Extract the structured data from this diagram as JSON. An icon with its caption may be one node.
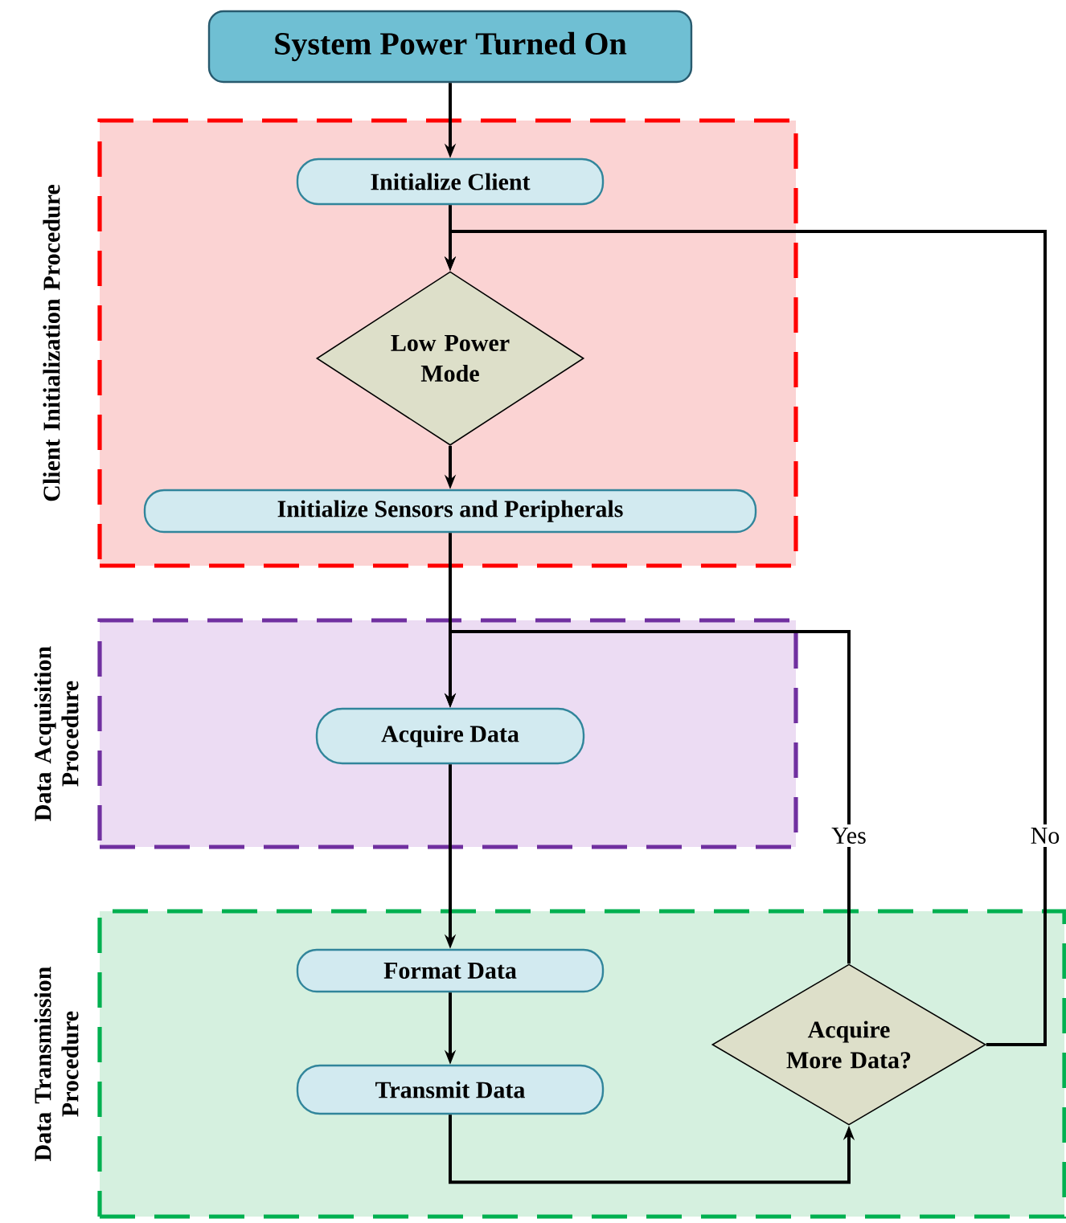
{
  "diagram": {
    "nodes": [
      {
        "text": [
          "System Power Turned On"
        ]
      },
      {
        "text": [
          "Client Initialization Procedure"
        ]
      },
      {
        "text": [
          "Initialize Client"
        ],
        "in": 1
      },
      {
        "text": [
          "Low Power Mode"
        ],
        "in": 1
      },
      {
        "text": [
          "Initialize Sensors and Peripherals"
        ],
        "in": 1
      },
      {
        "text": [
          "Data Acquisition Procedure"
        ]
      },
      {
        "text": [
          "Acquire Data"
        ],
        "in": 5
      },
      {
        "text": [
          "Data Transmission Procedure"
        ]
      },
      {
        "text": [
          "Format Data"
        ],
        "in": 7
      },
      {
        "text": [
          "Transmit Data"
        ],
        "in": 7
      },
      {
        "text": [
          "Acquire More Data?"
        ],
        "in": 7
      }
    ],
    "edges": [
      {
        "from": 0,
        "to": 2,
        "arrow": "to"
      },
      {
        "from": 2,
        "to": 3,
        "arrow": "to"
      },
      {
        "from": 3,
        "to": 4,
        "arrow": "to"
      },
      {
        "from": 4,
        "to": 6,
        "arrow": "to"
      },
      {
        "from": 6,
        "to": 8,
        "arrow": "to"
      },
      {
        "from": 8,
        "to": 9,
        "arrow": "to"
      },
      {
        "from": 9,
        "to": 10,
        "arrow": "to"
      },
      {
        "from": 10,
        "to": 6,
        "arrow": "to",
        "label": "Yes"
      },
      {
        "from": 10,
        "to": 3,
        "arrow": "to",
        "label": "No"
      }
    ]
  }
}
